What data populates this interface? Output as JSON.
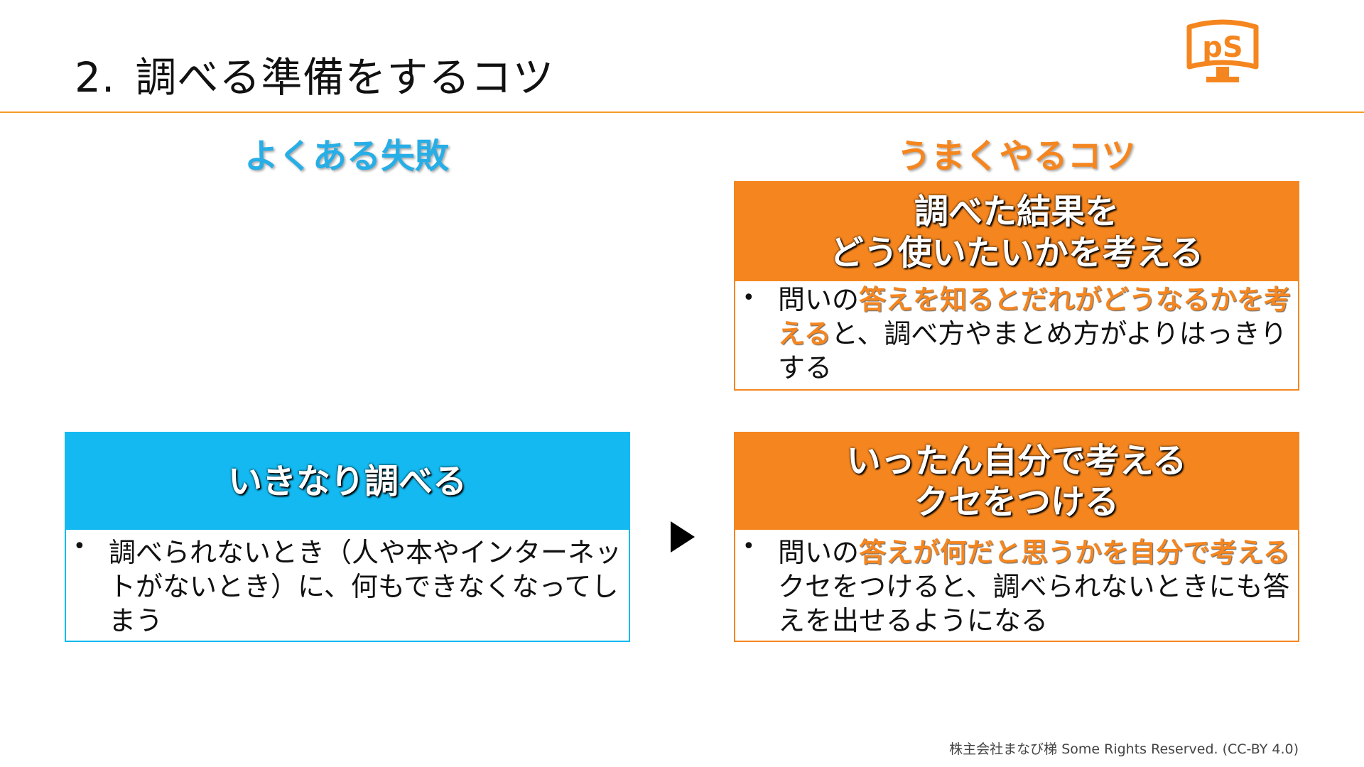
{
  "title": {
    "number": "2.",
    "text": "調べる準備をするコツ"
  },
  "logo": {
    "text": "pS",
    "color": "#f5861f"
  },
  "left": {
    "heading": "よくある失敗",
    "box": {
      "head": "いきなり調べる",
      "body": "調べられないとき（人や本やインターネットがないとき）に、何もできなくなってしまう"
    }
  },
  "right": {
    "heading": "うまくやるコツ",
    "box1": {
      "head_line1": "調べた結果を",
      "head_line2": "どう使いたいかを考える",
      "body_pre": "問いの",
      "body_hl": "答えを知るとだれがどうなるかを考える",
      "body_post": "と、調べ方やまとめ方がよりはっきりする"
    },
    "box2": {
      "head_line1": "いったん自分で考える",
      "head_line2": "クセをつける",
      "body_pre": "問いの",
      "body_hl": "答えが何だと思うかを自分で考える",
      "body_post": "クセをつけると、調べられないときにも答えを出せるようになる"
    }
  },
  "bullet": "•",
  "footer": "株主会社まなび梯 Some Rights Reserved. (CC-BY 4.0)",
  "colors": {
    "accent_orange": "#f5861f",
    "accent_blue": "#13b9f0",
    "divider": "#f39c28"
  }
}
